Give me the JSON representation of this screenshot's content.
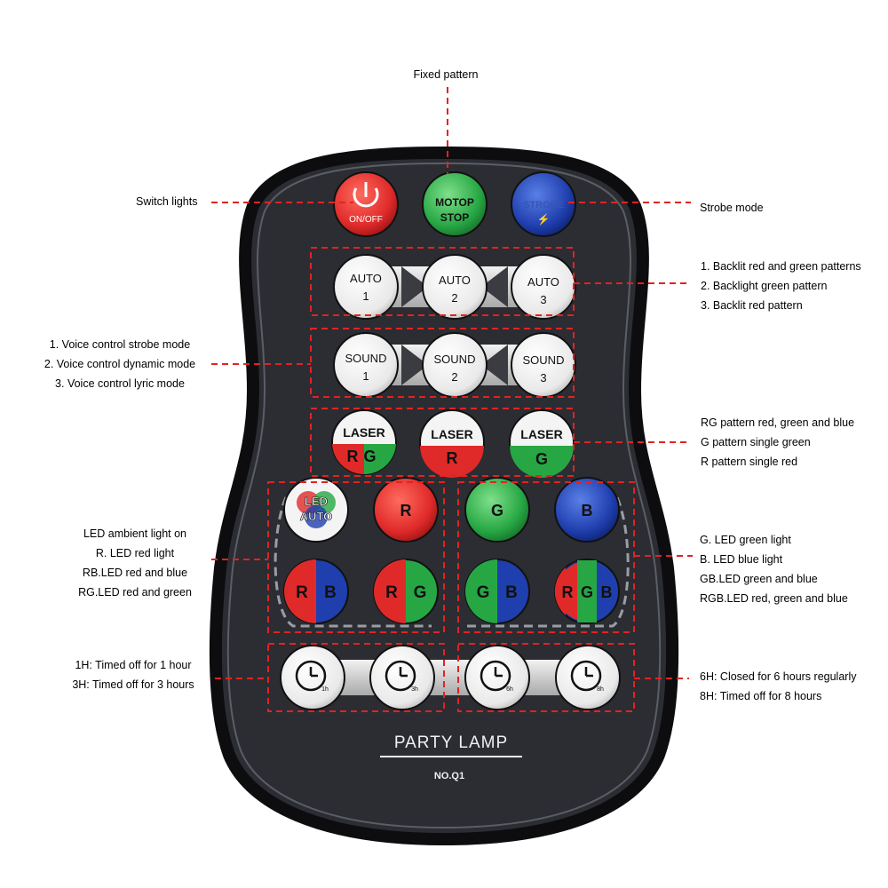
{
  "colors": {
    "remote_body": "#2b2d33",
    "remote_rim": "#0d0d10",
    "callout": "#e32222",
    "red": "#e02a2a",
    "green": "#27a744",
    "blue": "#1f3fae",
    "white": "#f4f4f4"
  },
  "callouts": {
    "fixed_pattern": "Fixed pattern",
    "switch_lights": "Switch lights",
    "strobe_mode": "Strobe mode",
    "auto_modes": [
      "1. Backlit red and green patterns",
      "2. Backlight green pattern",
      "3. Backlit red pattern"
    ],
    "sound_modes": [
      "1. Voice control strobe mode",
      "2. Voice control dynamic mode",
      "3. Voice control lyric mode"
    ],
    "laser_modes": [
      "RG pattern red, green and blue",
      "G pattern single green",
      "R pattern single red"
    ],
    "led_left": [
      "LED ambient light on",
      "R. LED red light",
      "RB.LED red and blue",
      "RG.LED red and green"
    ],
    "led_right": [
      "G. LED green light",
      "B. LED blue light",
      "GB.LED green and blue",
      "RGB.LED red, green and blue"
    ],
    "timer_left": [
      "1H: Timed off for 1 hour",
      "3H: Timed off for 3 hours"
    ],
    "timer_right": [
      "6H: Closed for 6 hours regularly",
      "8H: Timed off for 8 hours"
    ]
  },
  "remote": {
    "power": {
      "icon": "power-icon",
      "label": "ON/OFF"
    },
    "motor": {
      "line1": "MOTOP",
      "line2": "STOP"
    },
    "strobe": {
      "line1": "STROBE",
      "line2": "⚡"
    },
    "auto": [
      {
        "word": "AUTO",
        "num": "1"
      },
      {
        "word": "AUTO",
        "num": "2"
      },
      {
        "word": "AUTO",
        "num": "3"
      }
    ],
    "sound": [
      {
        "word": "SOUND",
        "num": "1"
      },
      {
        "word": "SOUND",
        "num": "2"
      },
      {
        "word": "SOUND",
        "num": "3"
      }
    ],
    "laser": [
      {
        "word": "LASER",
        "letters": "RG"
      },
      {
        "word": "LASER",
        "letters": "R"
      },
      {
        "word": "LASER",
        "letters": "G"
      }
    ],
    "led_auto": {
      "line1": "LED",
      "line2": "AUTO"
    },
    "led_r": "R",
    "led_g": "G",
    "led_b": "B",
    "led_rb": [
      "R",
      "B"
    ],
    "led_rg": [
      "R",
      "G"
    ],
    "led_gb": [
      "G",
      "B"
    ],
    "led_rgb": [
      "R",
      "G",
      "B"
    ],
    "timers": [
      {
        "icon": "clock-icon",
        "hours": "1h"
      },
      {
        "icon": "clock-icon",
        "hours": "3h"
      },
      {
        "icon": "clock-icon",
        "hours": "6h"
      },
      {
        "icon": "clock-icon",
        "hours": "8h"
      }
    ],
    "brand": "PARTY LAMP",
    "model": "NO.Q1"
  }
}
